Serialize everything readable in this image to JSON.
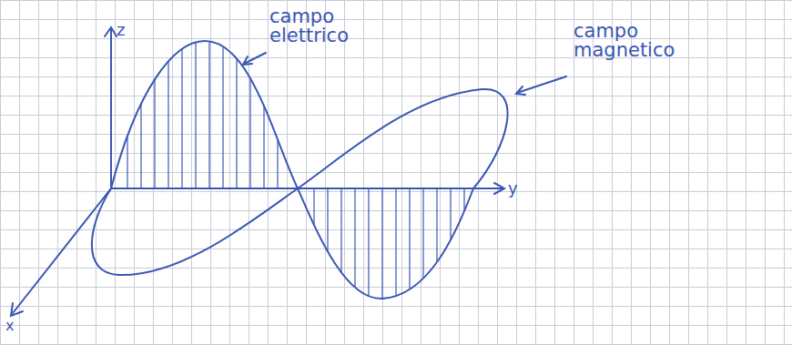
{
  "diagram": {
    "labels": [
      "campo elettrico",
      "campo magnetico",
      "z",
      "y",
      "x"
    ]
  }
}
